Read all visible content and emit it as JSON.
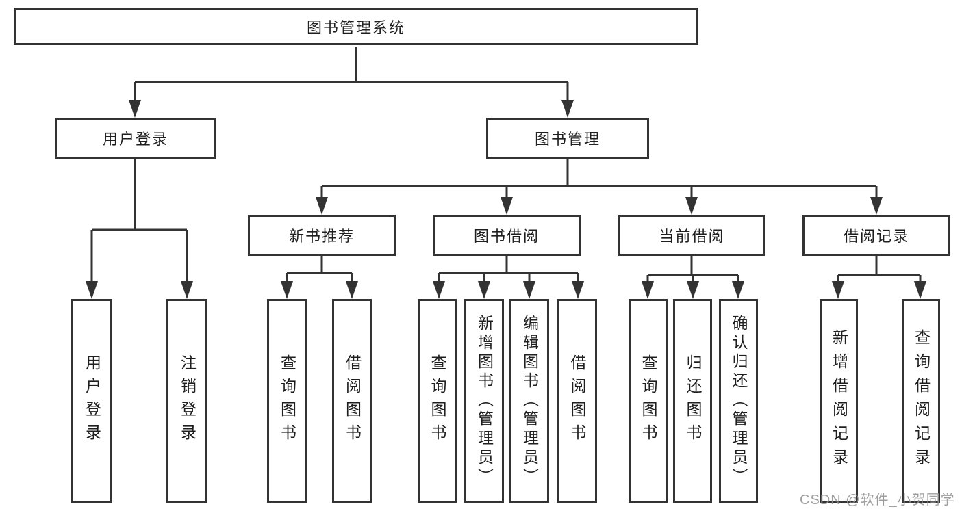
{
  "diagram": {
    "watermark": "CSDN @软件_小贺同学",
    "colors": {
      "line": "#333333",
      "text": "#1f1f1f",
      "background": "#ffffff",
      "watermark_gray": "#949494"
    },
    "tree": {
      "label": "图书管理系统",
      "children": [
        {
          "label": "用户登录",
          "children": [
            {
              "label": "用户登录"
            },
            {
              "label": "注销登录"
            }
          ]
        },
        {
          "label": "图书管理",
          "children": [
            {
              "label": "新书推荐",
              "children": [
                {
                  "label": "查询图书"
                },
                {
                  "label": "借阅图书"
                }
              ]
            },
            {
              "label": "图书借阅",
              "children": [
                {
                  "label": "查询图书"
                },
                {
                  "label": "新增图书（管理员）"
                },
                {
                  "label": "编辑图书（管理员）"
                },
                {
                  "label": "借阅图书"
                }
              ]
            },
            {
              "label": "当前借阅",
              "children": [
                {
                  "label": "查询图书"
                },
                {
                  "label": "归还图书"
                },
                {
                  "label": "确认归还（管理员）"
                }
              ]
            },
            {
              "label": "借阅记录",
              "children": [
                {
                  "label": "新增借阅记录"
                },
                {
                  "label": "查询借阅记录"
                }
              ]
            }
          ]
        }
      ]
    }
  }
}
